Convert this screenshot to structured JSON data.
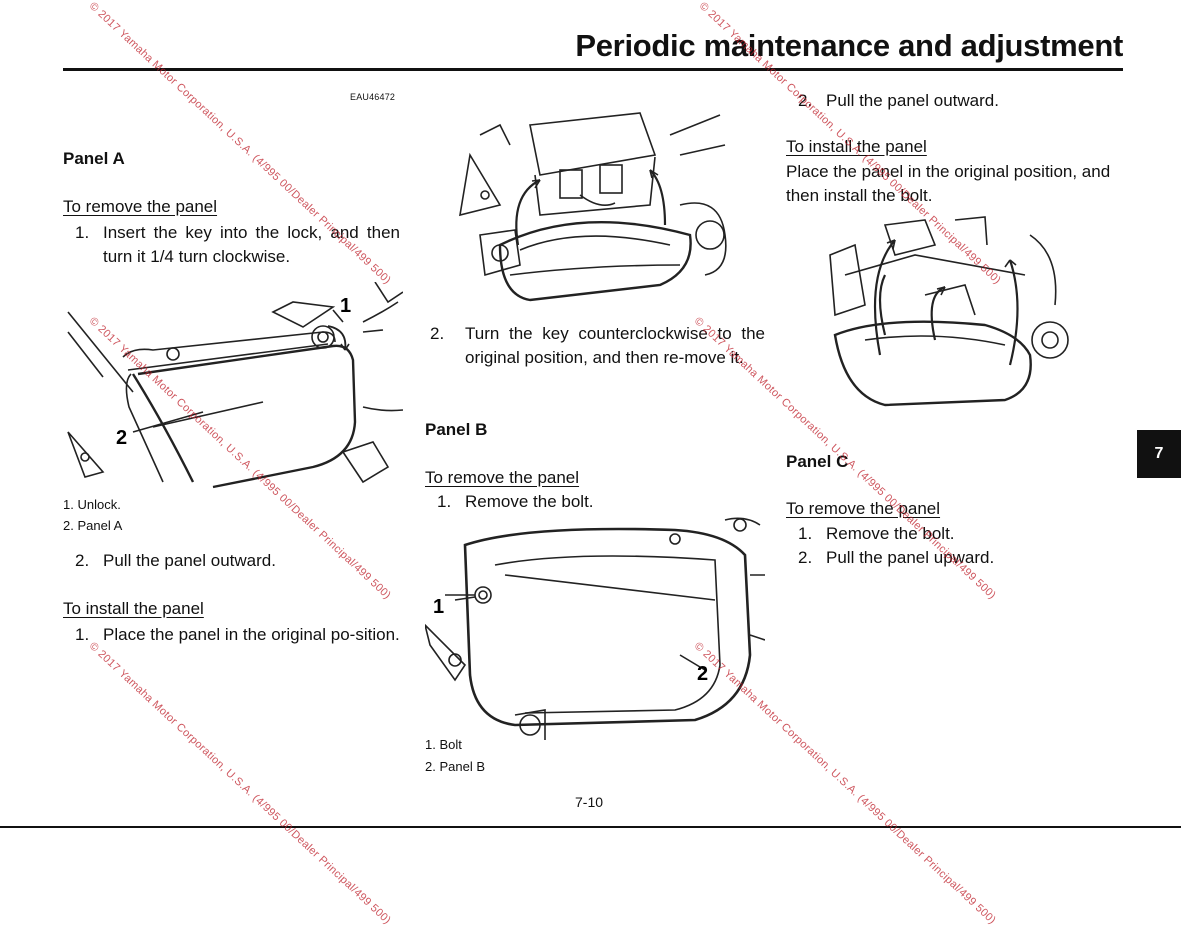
{
  "header": {
    "title": "Periodic maintenance and adjustment"
  },
  "code": "EAU46472",
  "chapter_tab": "7",
  "page_number": "7-10",
  "watermark": "© 2017 Yamaha Motor Corporation, U.S.A. (4/995 00/Dealer Principal/499 500)",
  "col1": {
    "heading": "Panel A",
    "remove_heading": "To remove the panel",
    "step1_num": "1.",
    "step1_text": "Insert the key into the lock, and then turn it 1/4 turn clockwise.",
    "fig_callout_1": "1",
    "fig_callout_2": "2",
    "cap1": "1. Unlock.",
    "cap2": "2. Panel A",
    "step2_num": "2.",
    "step2_text": "Pull the panel outward.",
    "install_heading": "To install the panel",
    "install_step1_num": "1.",
    "install_step1_text": "Place the panel in the original po-sition."
  },
  "col2": {
    "step2_num": "2.",
    "step2_text": "Turn the key counterclockwise to the original position, and then re-move it.",
    "heading": "Panel B",
    "remove_heading": "To remove the panel",
    "step1_num": "1.",
    "step1_text": "Remove the bolt.",
    "fig_callout_1": "1",
    "fig_callout_2": "2",
    "cap1": "1. Bolt",
    "cap2": "2. Panel B"
  },
  "col3": {
    "step2_num": "2.",
    "step2_text": "Pull the panel outward.",
    "install_heading": "To install the panel",
    "install_text": "Place the panel in the original position, and then install the bolt.",
    "heading": "Panel C",
    "remove_heading": "To remove the panel",
    "step1_num": "1.",
    "step1_text": "Remove the bolt.",
    "step2b_num": "2.",
    "step2b_text": "Pull the panel upward."
  }
}
